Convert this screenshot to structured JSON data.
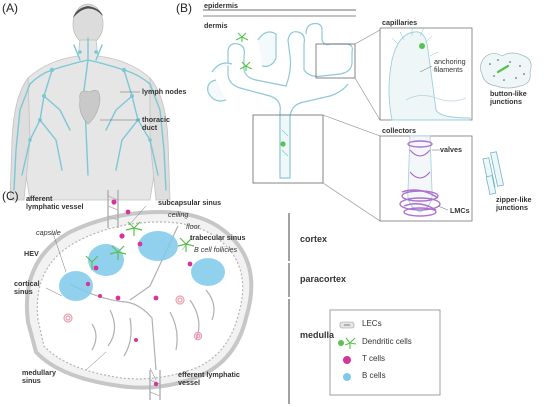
{
  "panel_a": {
    "letter": "(A)",
    "labels": {
      "lymph_nodes": "lymph nodes",
      "thoracic_duct": "thoracic\nduct"
    }
  },
  "panel_b": {
    "letter": "(B)",
    "labels": {
      "epidermis": "epidermis",
      "dermis": "dermis",
      "capillaries": "capillaries",
      "anchoring_filaments": "anchoring\nfilaments",
      "button_like_junctions": "button-like\njunctions",
      "collectors": "collectors",
      "valves": "valves",
      "lmcs": "LMCs",
      "zipper_like_junctions": "zipper-like\njunctions"
    }
  },
  "panel_c": {
    "letter": "(C)",
    "labels": {
      "afferent_lymphatic_vessel": "afferent\nlymphatic vessel",
      "subcapsular_sinus": "subcapsular sinus",
      "ceiling": "ceiling",
      "floor": "floor",
      "capsule": "capsule",
      "trabecular_sinus": "trabecular sinus",
      "b_cell_follicles": "B cell follicles",
      "hev": "HEV",
      "cortical_sinus": "cortical\nsinus",
      "medullary_sinus": "medullary\nsinus",
      "efferent_lymphatic_vessel": "efferent lymphatic\nvessel"
    },
    "zones": {
      "cortex": "cortex",
      "paracortex": "paracortex",
      "medulla": "medulla"
    },
    "legend": [
      {
        "label": "LECs",
        "icon": "lec-icon"
      },
      {
        "label": "Dendritic cells",
        "icon": "dendritic-cell-icon"
      },
      {
        "label": "T cells",
        "icon": "t-cell-icon"
      },
      {
        "label": "B cells",
        "icon": "b-cell-icon"
      }
    ]
  },
  "colors": {
    "lymphatic": "#7cc7d6",
    "b_cell": "#7ec9ea",
    "t_cell": "#d5359a",
    "dendritic": "#58c24e",
    "lmc": "#a463c8"
  }
}
